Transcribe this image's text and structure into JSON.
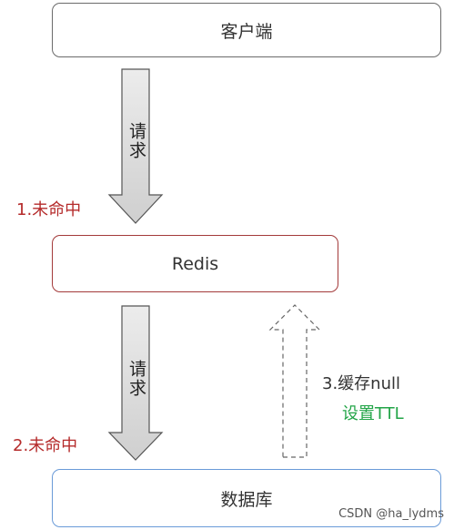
{
  "nodes": {
    "client": "客户端",
    "redis": "Redis",
    "database": "数据库"
  },
  "arrows": {
    "request1": "请求",
    "request2": "请求"
  },
  "labels": {
    "miss1": "1.未命中",
    "miss2": "2.未命中",
    "cache_null": "3.缓存null",
    "set_ttl": "设置TTL"
  },
  "watermark": "CSDN @ha_lydms",
  "colors": {
    "miss_label": "#b52b2b",
    "ttl_label": "#22a447",
    "redis_border": "#a33a3a",
    "db_border": "#6a9bd8",
    "client_border": "#6b6b6b",
    "arrow_fill": "#d8d8d8"
  }
}
